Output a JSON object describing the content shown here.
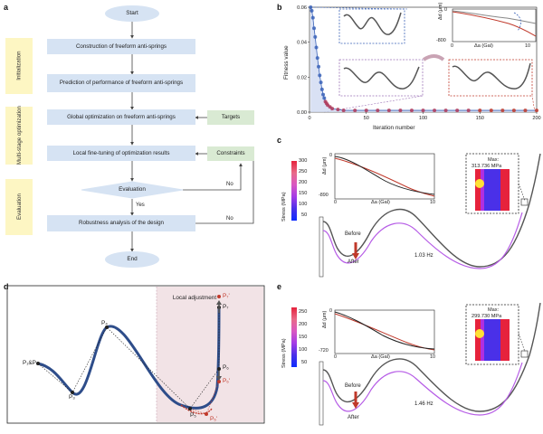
{
  "panel_a": {
    "letter": "a",
    "start": "Start",
    "end": "End",
    "steps": [
      "Construction of freeform anti-springs",
      "Prediction of performance of freeform anti-springs",
      "Global optimization on freeform anti-springs",
      "Local fine-tuning of optimization results",
      "Robustness analysis of the design"
    ],
    "decision": "Evaluation",
    "yes_label": "Yes",
    "no_label": "No",
    "stages": [
      "Initialization",
      "Multi-stage optimization",
      "Evaluation"
    ],
    "side_boxes": [
      "Targets",
      "Constraints"
    ]
  },
  "panel_b": {
    "letter": "b",
    "chart_data": {
      "type": "scatter",
      "xlabel": "Iteration number",
      "ylabel": "Fitness value",
      "xlim": [
        0,
        200
      ],
      "ylim": [
        0,
        0.06
      ],
      "xticks": [
        "0",
        "50",
        "100",
        "150",
        "200"
      ],
      "yticks": [
        "0.00",
        "0.02",
        "0.04",
        "0.06"
      ],
      "x": [
        1,
        2,
        3,
        4,
        5,
        6,
        7,
        8,
        9,
        10,
        11,
        12,
        13,
        14,
        15,
        16,
        18,
        20,
        25,
        30,
        40,
        50,
        60,
        70,
        80,
        90,
        100,
        110,
        120,
        130,
        140,
        150,
        160,
        170,
        180,
        190,
        200
      ],
      "y": [
        0.06,
        0.058,
        0.054,
        0.048,
        0.043,
        0.037,
        0.031,
        0.026,
        0.021,
        0.017,
        0.013,
        0.01,
        0.008,
        0.006,
        0.005,
        0.004,
        0.003,
        0.002,
        0.0015,
        0.001,
        0.001,
        0.001,
        0.001,
        0.001,
        0.001,
        0.001,
        0.001,
        0.001,
        0.001,
        0.001,
        0.001,
        0.001,
        0.001,
        0.001,
        0.001,
        0.001,
        0.001
      ],
      "colors": [
        "#3b63b8",
        "#b03a5b",
        "#c0392b"
      ]
    },
    "inset": {
      "ylabel": "Δd (μm)",
      "xlabel": "Δa (Gal)",
      "ytick_top": "0",
      "ytick_bottom": "-800",
      "xtick_left": "0",
      "xtick_right": "10"
    }
  },
  "panel_c": {
    "letter": "c",
    "colorbar_label": "Stress (MPa)",
    "colorbar_ticks": [
      "300",
      "250",
      "200",
      "150",
      "100",
      "50"
    ],
    "inset_ylabel": "Δd (μm)",
    "inset_xlabel": "Δa (Gal)",
    "inset_ytick_top": "0",
    "inset_ytick_bottom": "-890",
    "inset_xtick_left": "0",
    "inset_xtick_right": "10",
    "max_label": "Max:",
    "max_value": "313.736 MPa",
    "before": "Before",
    "after": "After",
    "frequency": "1.03 Hz"
  },
  "panel_d": {
    "letter": "d",
    "region_label": "Local adjustment",
    "labels": {
      "p1p2": "P₁&P₂",
      "p3": "P₃",
      "p4": "P₄",
      "p5": "P₅",
      "p6": "P₆",
      "p6p": "P₆'",
      "p7": "P₇",
      "p7p": "P₇'",
      "p5p": "P₅'"
    }
  },
  "panel_e": {
    "letter": "e",
    "colorbar_label": "Stress (MPa)",
    "colorbar_ticks": [
      "250",
      "200",
      "150",
      "100",
      "50"
    ],
    "inset_ylabel": "Δd (μm)",
    "inset_xlabel": "Δa (Gal)",
    "inset_ytick_top": "0",
    "inset_ytick_bottom": "-720",
    "inset_xtick_left": "0",
    "inset_xtick_right": "10",
    "max_label": "Max:",
    "max_value": "299.730 MPa",
    "before": "Before",
    "after": "After",
    "frequency": "1.46 Hz"
  }
}
